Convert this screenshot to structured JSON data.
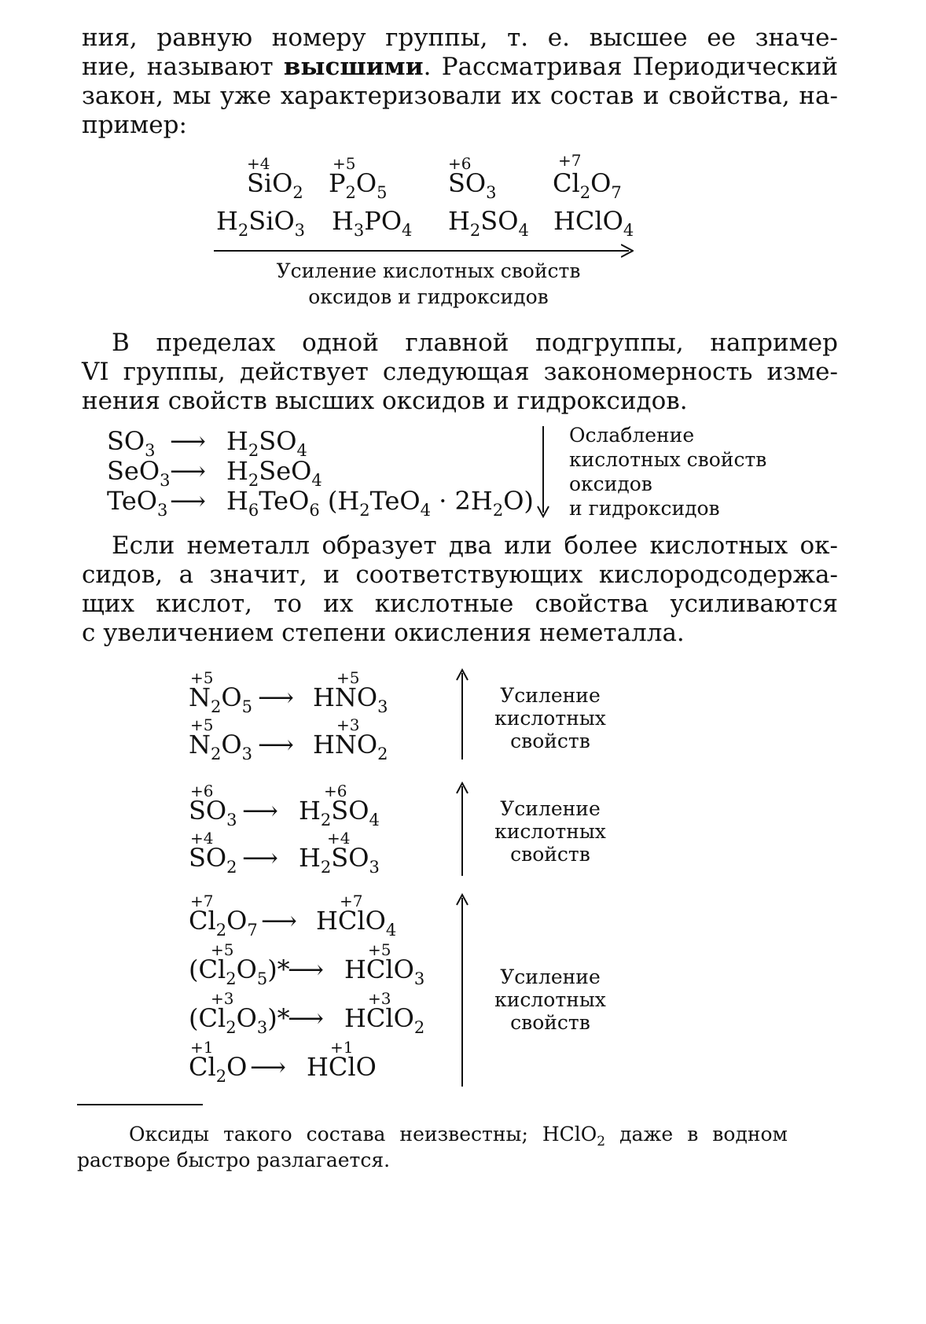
{
  "top_paragraph": {
    "line1": "ния, равную номеру группы, т. е. высшее ее значе-",
    "line2_a": "ние, называют ",
    "line2_bold": "высшими",
    "line2_b": ". Рассматривая Периодический",
    "line3": "закон, мы уже характеризовали их состав и свойства, на-",
    "line4": "пример:"
  },
  "oxides_row": {
    "ox": [
      "+4",
      "+5",
      "+6",
      "+7"
    ],
    "oxides": [
      {
        "a": "SiO",
        "s1": "2",
        "b": "",
        "s2": ""
      },
      {
        "a": "P",
        "s1": "2",
        "b": "O",
        "s2": "5"
      },
      {
        "a": "SO",
        "s1": "3",
        "b": "",
        "s2": ""
      },
      {
        "a": "Cl",
        "s1": "2",
        "b": "O",
        "s2": "7"
      }
    ],
    "acids": [
      {
        "a": "H",
        "s1": "2",
        "b": "SiO",
        "s2": "3"
      },
      {
        "a": "H",
        "s1": "3",
        "b": "PO",
        "s2": "4"
      },
      {
        "a": "H",
        "s1": "2",
        "b": "SO",
        "s2": "4"
      },
      {
        "a": "HClO",
        "s1": "4",
        "b": "",
        "s2": ""
      }
    ],
    "caption_line1": "Усиление кислотных свойств",
    "caption_line2": "оксидов и гидроксидов"
  },
  "second_paragraph": {
    "line1": "В пределах одной главной подгруппы, например",
    "line2": "VI группы, действует следующая закономерность изме-",
    "line3": "нения свойств высших оксидов и гидроксидов."
  },
  "group6": {
    "rows": [
      {
        "ox": "SO",
        "oxs": "3",
        "acid_parts": [
          "H",
          "2",
          "SO",
          "4"
        ]
      },
      {
        "ox": "SeO",
        "oxs": "3",
        "acid_parts": [
          "H",
          "2",
          "SeO",
          "4"
        ]
      },
      {
        "ox": "TeO",
        "oxs": "3",
        "acid_parts": [
          "H",
          "6",
          "TeO",
          "6"
        ]
      }
    ],
    "te_extra_parts": [
      "(H",
      "2",
      "TeO",
      "4",
      " · 2H",
      "2",
      "O)"
    ],
    "arrow": "⟶",
    "caption": [
      "Ослабление",
      "кислотных свойств",
      "оксидов",
      "и гидроксидов"
    ]
  },
  "third_paragraph": {
    "line1": "Если неметалл образует два или более кислотных ок-",
    "line2": "сидов, а значит, и соответствующих кислородсодержа-",
    "line3": "щих кислот, то их кислотные свойства усиливаются",
    "line4": "с увеличением степени окисления неметалла."
  },
  "blocks": {
    "caption": [
      "Усиление",
      "кислотных",
      "свойств"
    ],
    "nitrogen": [
      {
        "ox1": "+5",
        "ox2": "+5",
        "l": [
          "N",
          "2",
          "O",
          "5"
        ],
        "r": [
          "HNO",
          "3"
        ]
      },
      {
        "ox1": "+5",
        "ox2": "+3",
        "l": [
          "N",
          "2",
          "O",
          "3"
        ],
        "r": [
          "HNO",
          "2"
        ]
      }
    ],
    "sulfur": [
      {
        "ox1": "+6",
        "ox2": "+6",
        "l": [
          "SO",
          "3"
        ],
        "r": [
          "H",
          "2",
          "SO",
          "4"
        ]
      },
      {
        "ox1": "+4",
        "ox2": "+4",
        "l": [
          "SO",
          "2"
        ],
        "r": [
          "H",
          "2",
          "SO",
          "3"
        ]
      }
    ],
    "chlorine": [
      {
        "ox1": "+7",
        "ox2": "+7",
        "l": [
          "Cl",
          "2",
          "O",
          "7"
        ],
        "star": "",
        "r": [
          "HClO",
          "4"
        ]
      },
      {
        "ox1": "+5",
        "ox2": "+5",
        "l": [
          "(Cl",
          "2",
          "O",
          "5",
          ")*"
        ],
        "r": [
          "HClO",
          "3"
        ]
      },
      {
        "ox1": "+3",
        "ox2": "+3",
        "l": [
          "(Cl",
          "2",
          "O",
          "3",
          ")*"
        ],
        "r": [
          "HClO",
          "2"
        ]
      },
      {
        "ox1": "+1",
        "ox2": "+1",
        "l": [
          "Cl",
          "2",
          "O"
        ],
        "r": [
          "HClO"
        ]
      }
    ]
  },
  "footnote": {
    "line1_a": "Оксиды такого состава неизвестны; HClO",
    "line1_sub": "2",
    "line1_b": " даже в водном",
    "line2": "растворе быстро разлагается."
  }
}
